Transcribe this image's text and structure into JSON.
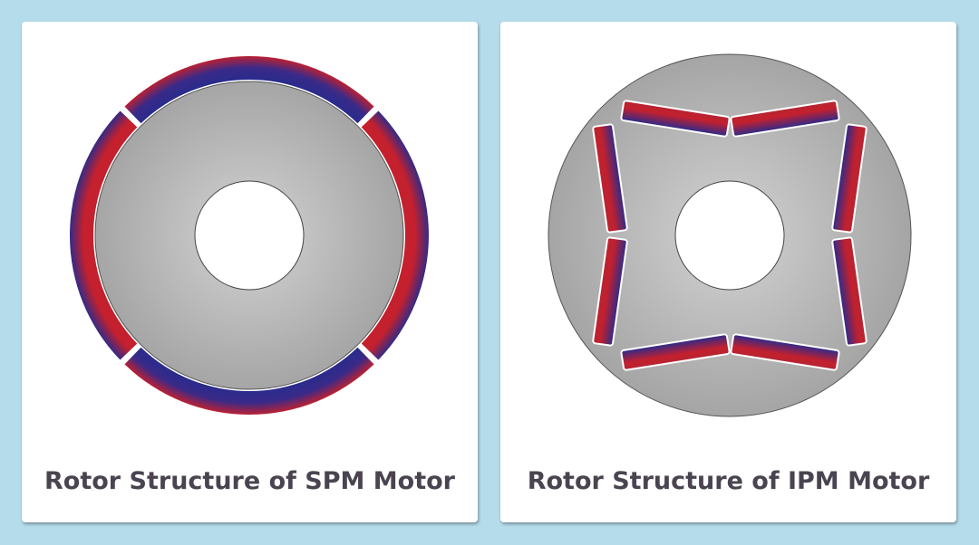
{
  "panels": [
    {
      "id": "spm",
      "caption": "Rotor Structure of SPM Motor"
    },
    {
      "id": "ipm",
      "caption": "Rotor Structure of IPM Motor"
    }
  ],
  "colors": {
    "background": "#b5dcea",
    "magnet_red": "#c4202d",
    "magnet_blue": "#2b2b8c",
    "core_light": "#d2d3d2",
    "core_dark": "#a4a5a4",
    "caption": "#4a4450"
  }
}
